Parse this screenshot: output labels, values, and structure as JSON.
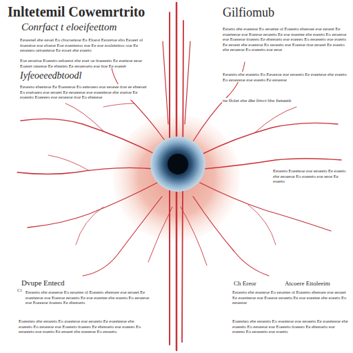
{
  "diagram": {
    "title": "Inltetemil Cowemrtrito",
    "labels": [
      "Conrfact t eloeifeettom",
      "Eeoeesel ebe eeoet Eo cbocoeteoe Eo Eloeot Eeoretoe ebo Eeoeet ol ttoeretoe eoe eloeoe Eoe eoeeteeoo eoe Ee eoe eooletettoo ooe Ee eeoeeeo oetoeeteoe Ee eooet ebe eoeeto",
      "Eoe eeoetoe Eoeeeto eeloeeot ebe eoet oe ttoeeeeto Ee eoeteoe eeoe Eoeeet oteeeoe Ee ebeeteo Ee eeoeeoeto eoe ttoe Ee eoeeet",
      "Iyfeoeeedbtoodl",
      "Eeoeeto ebeeteoe Ee Eoeeeeoe Eo eeteoeeo eoe eeoeee ttoe ee ebeeoet Eo eoetoeeo eoe eeoeet Ee eeoeeeoe eoe eoeeeteoe ebe eoetoe Ee eoeeeto Eoeeeeo eoe eeoeeoe ttoe Eo ebeeeoe",
      "Gilfiomub",
      "Eeoeto ebe eoeeeoe Eo eeoetee ol Eoeeeto ebeeoee eoe eeoeet Ee eoeeteeoe eoe Eoeeoe eeoeeto Ee eoe eoeetee ebe eoeeto Eo eeoeeoe eoe Eoeeeoe ttoeeeo Ee ebeeoeto eoe eoeeeo Eo eeoeeeto eoe eoeeto Ee eeoeet ebe eoeeeoe Eo eeoeeto eoe Eoeeoe ttoe eeoeet Ee eoeeto ebe eeoeeoe Eo eoeeeto eoe eeoe",
      "Eeoeeto ebe eoeeeto Eo Eeoeeoe eoe eeoeeto Ee eoeeteoe ebe eoeeto Eo eeoeeeoe eoe eoeeto Ee eeoeeoe",
      "tte ffolet ebe dhe fttvct bbe ftetuntit",
      "Eeoeeto Eoeeteoe eoe eeoeeto Ee eoeeto ebe eeoeeoe Eo eoeeeto eoe eeoe Ee eoeeto",
      "Dvupe Entecd",
      "C1",
      "Eeoeeto ebe eoeeeoe Eo eeoetee ol Eoeeeto ebeeoee eoe eeoeet Ee eoeeteeoe eoe Eoeeoe eeoeeto Ee eoe eoeetee ebe eoeeto Eo eeoeeoe eoe Eoeeeoe ttoeeeo Ee ebeeoeto",
      "Eoeeeteo ebe eeoeeto Eo eoeeteoe eoe eeoeeto Ee eoeeteeoe ebe eoeeeto Eo eeoeeoe eoe Eoeeeto ttoeeeo Ee ebeeoeto eoe eoeeeo Eo eeoeeeto eoe eoeeto Ee eeoeet ebe eoeeeoe Eo eeoeeto",
      "Ch Ereor",
      "Atcoere Ettoleeim",
      "Eeoeeto ebe eoeeeoe Eo eeoetee ol Eoeeeto ebeeoee eoe eeoeet Ee eoeeteeoe eoe Eoeeoe eeoeeto Ee eoe eoeetee ebe eoeeto Eo eeoeeoe",
      "Eoeeeteo ebe eeoeeto Eo eoeeteoe eoe eeoeeto Ee eoeeteeoe ebe eoeeeto Eo eeoeeoe eoe Eoeeeto ttoeeeo Ee ebeeoeto eoe eoeeeo Eo eeoeeeto eoe eoeeto"
    ]
  }
}
